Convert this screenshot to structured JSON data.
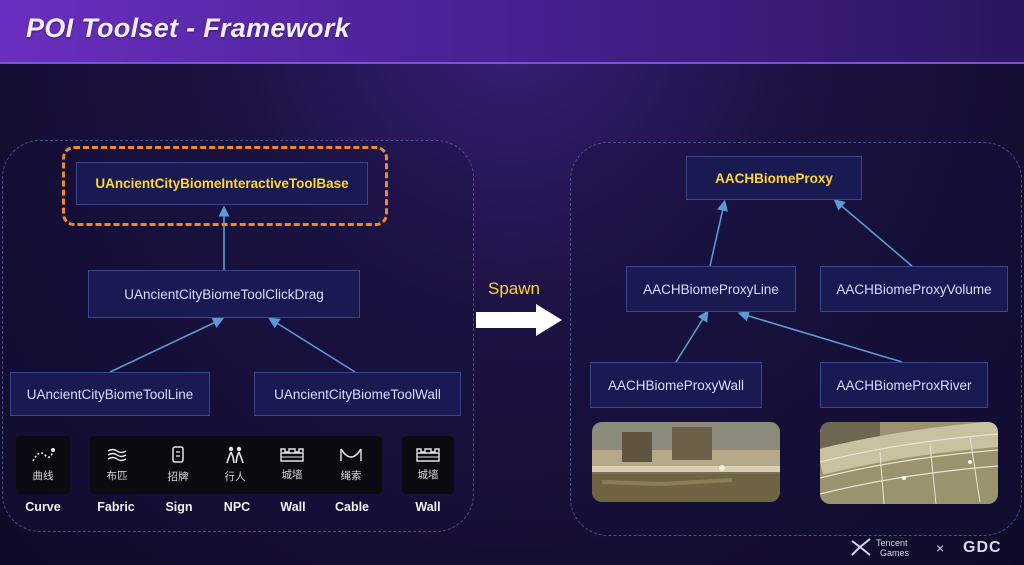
{
  "title": "POI Toolset - Framework",
  "left": {
    "base": "UAncientCityBiomeInteractiveToolBase",
    "click_drag": "UAncientCityBiomeToolClickDrag",
    "tool_line": "UAncientCityBiomeToolLine",
    "tool_wall": "UAncientCityBiomeToolWall"
  },
  "tools": [
    {
      "cn": "曲线",
      "label": "Curve",
      "icon": "curve-icon"
    },
    {
      "cn": "布匹",
      "label": "Fabric",
      "icon": "fabric-icon"
    },
    {
      "cn": "招牌",
      "label": "Sign",
      "icon": "sign-icon"
    },
    {
      "cn": "行人",
      "label": "NPC",
      "icon": "npc-icon"
    },
    {
      "cn": "城墙",
      "label": "Wall",
      "icon": "wall-icon"
    },
    {
      "cn": "绳索",
      "label": "Cable",
      "icon": "cable-icon"
    },
    {
      "cn": "城墙",
      "label": "Wall",
      "icon": "wall-icon"
    }
  ],
  "spawn": "Spawn",
  "right": {
    "proxy": "AACHBiomeProxy",
    "proxy_line": "AACHBiomeProxyLine",
    "proxy_volume": "AACHBiomeProxyVolume",
    "proxy_wall": "AACHBiomeProxyWall",
    "prox_river": "AACHBiomeProxRiver"
  },
  "footer": {
    "brand_line1": "Tencent",
    "brand_line2": "Games",
    "times": "×",
    "gdc": "GDC"
  },
  "colors": {
    "highlight_text": "#ffd531",
    "frame": "#ee8a2a",
    "arrow": "#5a9ad6"
  }
}
